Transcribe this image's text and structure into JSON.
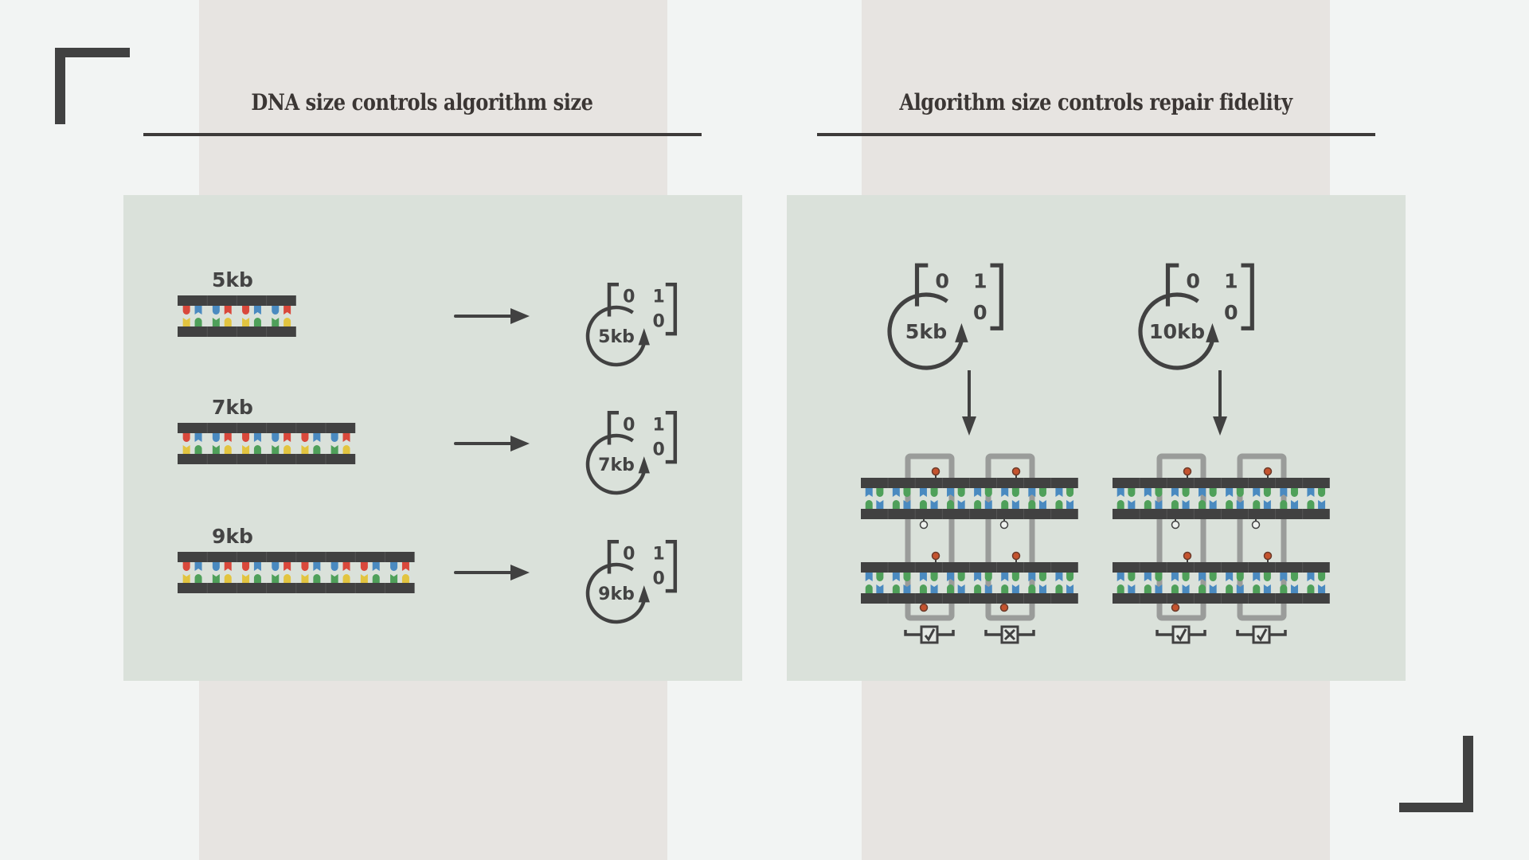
{
  "slide": {
    "left_section": {
      "title": "DNA size controls algorithm size",
      "rows": [
        {
          "dna_label": "5kb",
          "segments": 4,
          "algorithm_label": "5kb",
          "matrix": [
            "0",
            "1",
            "0"
          ]
        },
        {
          "dna_label": "7kb",
          "segments": 6,
          "algorithm_label": "7kb",
          "matrix": [
            "0",
            "1",
            "0"
          ]
        },
        {
          "dna_label": "9kb",
          "segments": 8,
          "algorithm_label": "9kb",
          "matrix": [
            "0",
            "1",
            "0"
          ]
        }
      ]
    },
    "right_section": {
      "title": "Algorithm size controls repair fidelity",
      "columns": [
        {
          "algorithm_label": "5kb",
          "matrix": [
            "0",
            "1",
            "0"
          ],
          "windows": [
            {
              "result": "pass",
              "result_icon": "check-icon"
            },
            {
              "result": "fail",
              "result_icon": "x-icon"
            }
          ]
        },
        {
          "algorithm_label": "10kb",
          "matrix": [
            "0",
            "1",
            "0"
          ],
          "windows": [
            {
              "result": "pass",
              "result_icon": "check-icon"
            },
            {
              "result": "pass",
              "result_icon": "check-icon"
            }
          ]
        }
      ]
    }
  },
  "colors": {
    "background": "#f2f4f3",
    "stripe": "#e7e4e1",
    "panel": "#dae1da",
    "ink": "#414141",
    "window": "#9a9c9a",
    "base_red": "#d9483b",
    "base_blue": "#4a8ac0",
    "base_yellow": "#e2c43f",
    "base_green": "#4fa05a",
    "marker_red": "#c4532e"
  }
}
